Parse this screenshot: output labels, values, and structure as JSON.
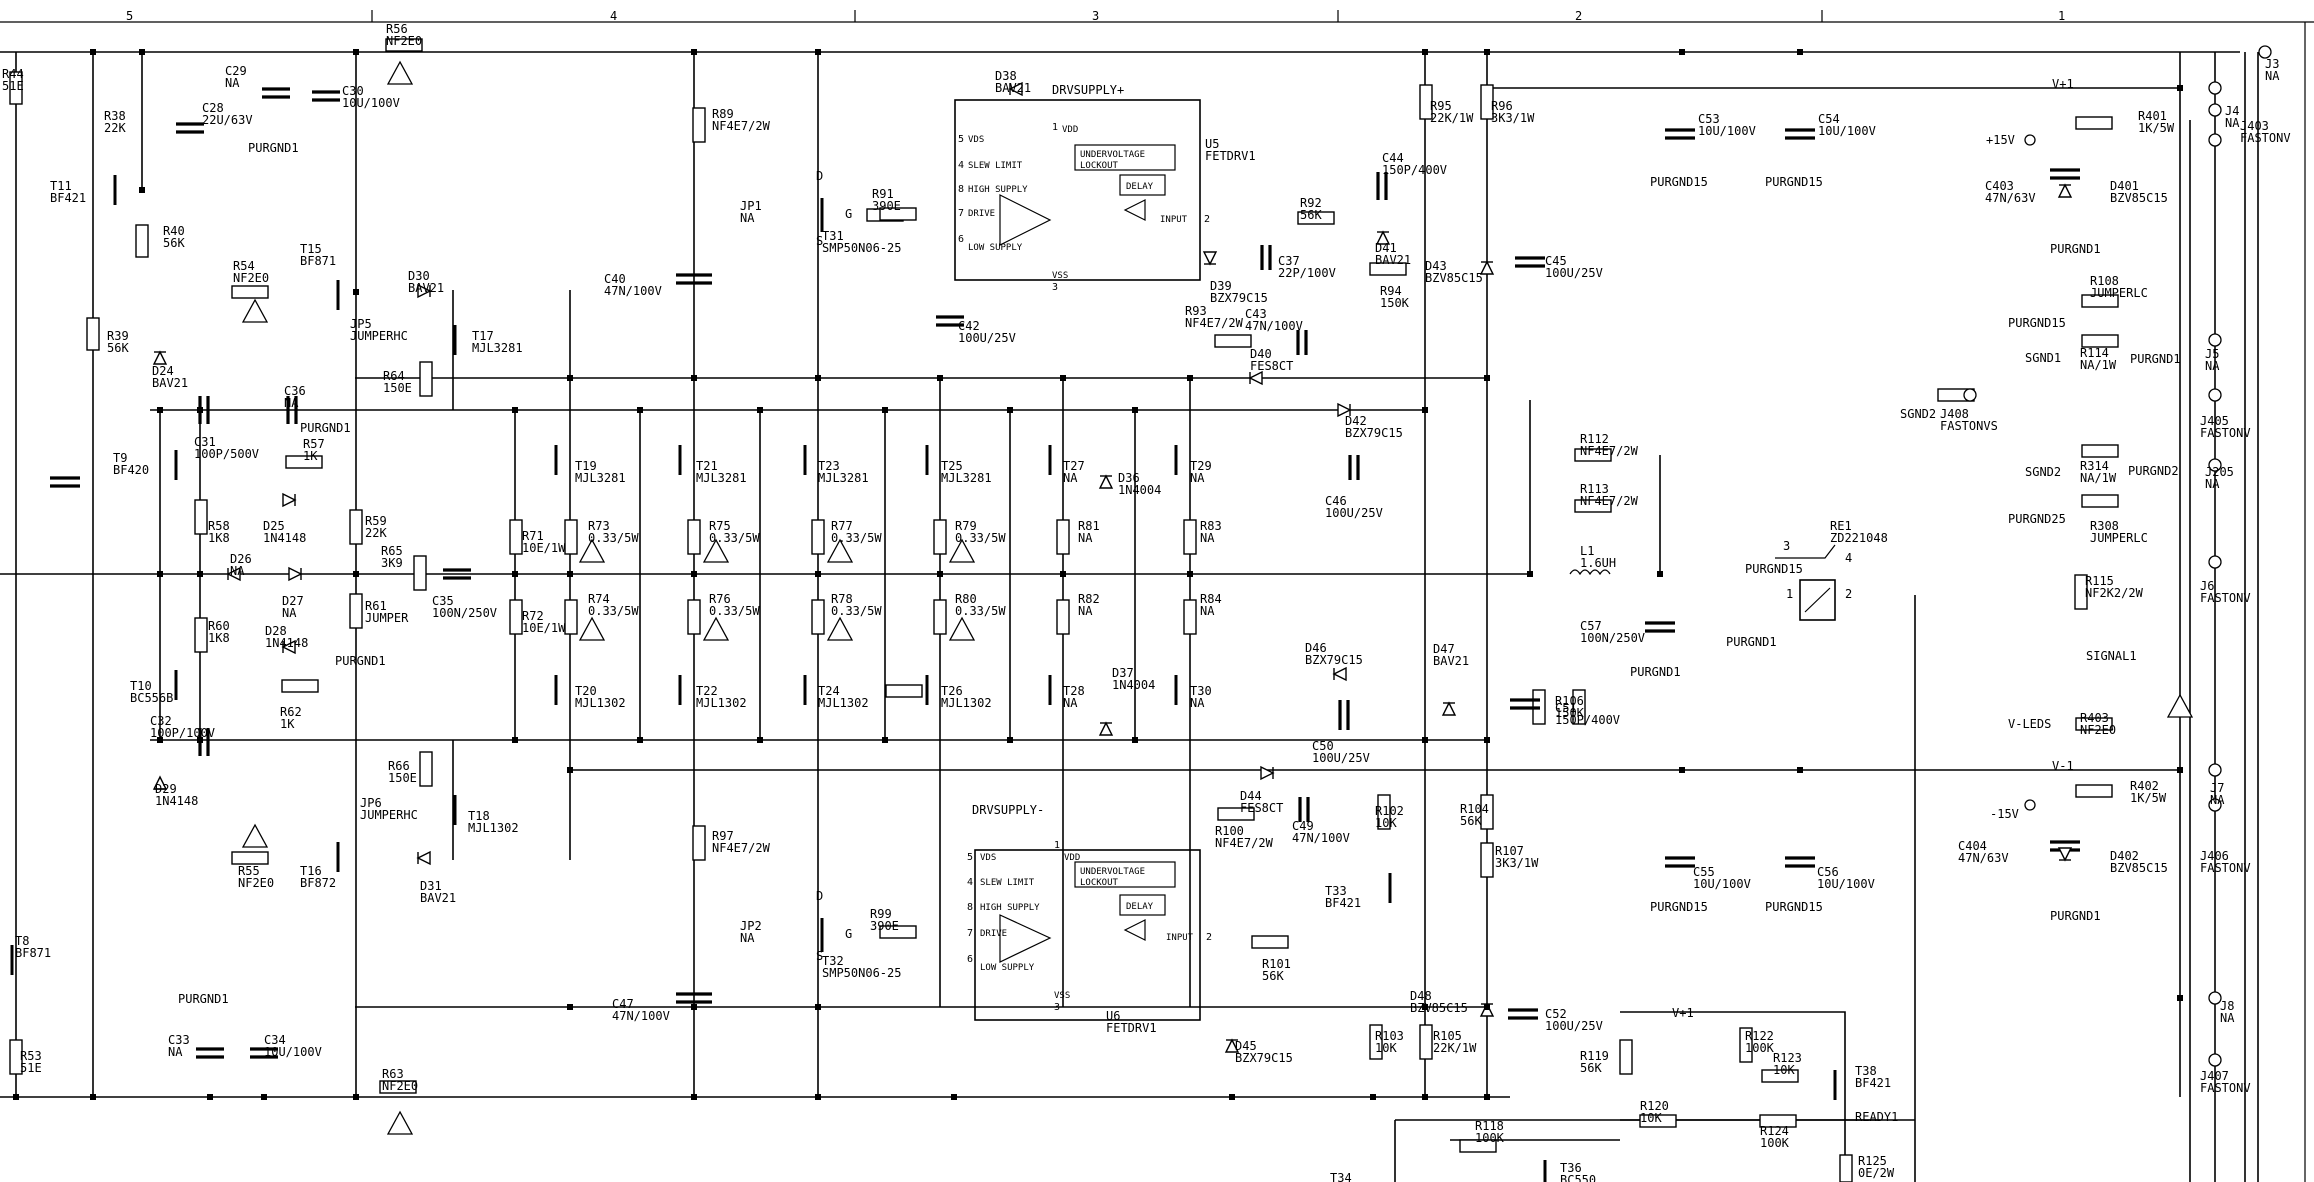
{
  "ruler": {
    "zones": [
      "5",
      "4",
      "3",
      "2",
      "1"
    ]
  },
  "parts": {
    "R44": "R44",
    "R44v": "51E",
    "R38": "R38",
    "R38v": "22K",
    "C29": "C29",
    "C29v": "NA",
    "C30": "C30",
    "C30v": "10U/100V",
    "C28": "C28",
    "C28v": "22U/63V",
    "R56": "R56",
    "R56v": "NF2E0",
    "R89": "R89",
    "R89v": "NF4E7/2W",
    "D38": "D38",
    "D38v": "BAV21",
    "R95": "R95",
    "R95v": "22K/1W",
    "R96": "R96",
    "R96v": "3K3/1W",
    "J3": "J3",
    "J3v": "NA",
    "J4": "J4",
    "J4v": "NA",
    "J403": "J403",
    "J403v": "FASTONV",
    "T11": "T11",
    "T11v": "BF421",
    "R40": "R40",
    "R40v": "56K",
    "R54": "R54",
    "R54v": "NF2E0",
    "T15": "T15",
    "T15v": "BF871",
    "D30": "D30",
    "D30v": "BAV21",
    "JP1": "JP1",
    "JP1v": "NA",
    "T31": "T31",
    "T31v": "SMP50N06-25",
    "R91": "R91",
    "R91v": "390E",
    "U5": "U5",
    "U5v": "FETDRV1",
    "C44": "C44",
    "C44v": "150P/400V",
    "R92": "R92",
    "R92v": "56K",
    "C37": "C37",
    "C37v": "22P/100V",
    "D41": "D41",
    "D41v": "BAV21",
    "R94": "R94",
    "R94v": "150K",
    "D43": "D43",
    "D43v": "BZV85C15",
    "C45": "C45",
    "C45v": "100U/25V",
    "D39": "D39",
    "D39v": "BZX79C15",
    "C53": "C53",
    "C53v": "10U/100V",
    "C54": "C54",
    "C54v": "10U/100V",
    "R401": "R401",
    "R401v": "1K/5W",
    "C403": "C403",
    "C403v": "47N/63V",
    "D401": "D401",
    "D401v": "BZV85C15",
    "C40": "C40",
    "C40v": "47N/100V",
    "R39": "R39",
    "R39v": "56K",
    "JP5": "JP5",
    "JP5v": "JUMPERHC",
    "T17": "T17",
    "T17v": "MJL3281",
    "C42": "C42",
    "C42v": "100U/25V",
    "R93": "R93",
    "R93v": "NF4E7/2W",
    "C43": "C43",
    "C43v": "47N/100V",
    "D40": "D40",
    "D40v": "FES8CT",
    "D24": "D24",
    "D24v": "BAV21",
    "R64": "R64",
    "R64v": "150E",
    "C31": "C31",
    "C31v": "100P/500V",
    "C36": "C36",
    "C36v": "NA",
    "D42": "D42",
    "D42v": "BZX79C15",
    "R108": "R108",
    "R108v": "JUMPERLC",
    "R114": "R114",
    "R114v": "NA/1W",
    "J5": "J5",
    "J5v": "NA",
    "J405": "J405",
    "J405v": "FASTONV",
    "J408": "J408",
    "J408v": "FASTONVS",
    "R112": "R112",
    "R112v": "NF4E7/2W",
    "R57": "R57",
    "R57v": "1K",
    "T9": "T9",
    "T9v": "BF420",
    "T19": "T19",
    "T19v": "MJL3281",
    "T21": "T21",
    "T21v": "MJL3281",
    "T23": "T23",
    "T23v": "MJL3281",
    "T25": "T25",
    "T25v": "MJL3281",
    "T27": "T27",
    "T27v": "NA",
    "T29": "T29",
    "T29v": "NA",
    "D36": "D36",
    "D36v": "1N4004",
    "C46": "C46",
    "C46v": "100U/25V",
    "R113": "R113",
    "R113v": "NF4E7/2W",
    "R314": "R314",
    "R314v": "NA/1W",
    "J205": "J205",
    "J205v": "NA",
    "R308": "R308",
    "R308v": "JUMPERLC",
    "R58": "R58",
    "R58v": "1K8",
    "D25": "D25",
    "D25v": "1N4148",
    "R59": "R59",
    "R59v": "22K",
    "R65": "R65",
    "R65v": "3K9",
    "C35": "C35",
    "C35v": "100N/250V",
    "R71": "R71",
    "R71v": "10E/1W",
    "R73": "R73",
    "R73v": "0.33/5W",
    "R75": "R75",
    "R75v": "0.33/5W",
    "R77": "R77",
    "R77v": "0.33/5W",
    "R79": "R79",
    "R79v": "0.33/5W",
    "R81": "R81",
    "R81v": "NA",
    "R83": "R83",
    "R83v": "NA",
    "RE1": "RE1",
    "RE1v": "ZD221048",
    "L1": "L1",
    "L1v": "1.6UH",
    "J6": "J6",
    "J6v": "FASTONV",
    "R115": "R115",
    "R115v": "NF2K2/2W",
    "D26": "D26",
    "D26v": "NA",
    "D27": "D27",
    "D27v": "NA",
    "R61": "R61",
    "R61v": "JUMPER",
    "R72": "R72",
    "R72v": "10E/1W",
    "R74": "R74",
    "R74v": "0.33/5W",
    "R76": "R76",
    "R76v": "0.33/5W",
    "R78": "R78",
    "R78v": "0.33/5W",
    "R80": "R80",
    "R80v": "0.33/5W",
    "R82": "R82",
    "R82v": "NA",
    "R84": "R84",
    "R84v": "NA",
    "C57": "C57",
    "C57v": "100N/250V",
    "R60": "R60",
    "R60v": "1K8",
    "D28": "D28",
    "D28v": "1N4148",
    "D46": "D46",
    "D46v": "BZX79C15",
    "D47": "D47",
    "D47v": "BAV21",
    "D37": "D37",
    "D37v": "1N4004",
    "T10": "T10",
    "T10v": "BC556B",
    "R62": "R62",
    "R62v": "1K",
    "T20": "T20",
    "T20v": "MJL1302",
    "T22": "T22",
    "T22v": "MJL1302",
    "T24": "T24",
    "T24v": "MJL1302",
    "T26": "T26",
    "T26v": "MJL1302",
    "T28": "T28",
    "T28v": "NA",
    "T30": "T30",
    "T30v": "NA",
    "C51": "C51",
    "C51v": "150P/400V",
    "R106": "R106",
    "R106v": "150K",
    "C32": "C32",
    "C32v": "100P/100V",
    "C50": "C50",
    "C50v": "100U/25V",
    "R403": "R403",
    "R403v": "NF2E0",
    "D29": "D29",
    "D29v": "1N4148",
    "R66": "R66",
    "R66v": "150E",
    "D44": "D44",
    "D44v": "FES8CT",
    "R402": "R402",
    "R402v": "1K/5W",
    "J7": "J7",
    "J7v": "NA",
    "JP6": "JP6",
    "JP6v": "JUMPERHC",
    "T18": "T18",
    "T18v": "MJL1302",
    "R100": "R100",
    "R100v": "NF4E7/2W",
    "C49": "C49",
    "C49v": "47N/100V",
    "R102": "R102",
    "R102v": "10K",
    "R104": "R104",
    "R104v": "56K",
    "C404": "C404",
    "C404v": "47N/63V",
    "D402": "D402",
    "D402v": "BZV85C15",
    "J406": "J406",
    "J406v": "FASTONV",
    "R55": "R55",
    "R55v": "NF2E0",
    "T16": "T16",
    "T16v": "BF872",
    "D31": "D31",
    "D31v": "BAV21",
    "R97": "R97",
    "R97v": "NF4E7/2W",
    "R107": "R107",
    "R107v": "3K3/1W",
    "C55": "C55",
    "C55v": "10U/100V",
    "C56": "C56",
    "C56v": "10U/100V",
    "T33": "T33",
    "T33v": "BF421",
    "JP2": "JP2",
    "JP2v": "NA",
    "T32": "T32",
    "T32v": "SMP50N06-25",
    "R99": "R99",
    "R99v": "390E",
    "U6": "U6",
    "U6v": "FETDRV1",
    "R101": "R101",
    "R101v": "56K",
    "T8": "T8",
    "T8v": "BF871",
    "C47": "C47",
    "C47v": "47N/100V",
    "D45": "D45",
    "D45v": "BZX79C15",
    "D48": "D48",
    "D48v": "BZV85C15",
    "C52": "C52",
    "C52v": "100U/25V",
    "J8": "J8",
    "J8v": "NA",
    "C33": "C33",
    "C33v": "NA",
    "C34": "C34",
    "C34v": "10U/100V",
    "R103": "R103",
    "R103v": "10K",
    "R105": "R105",
    "R105v": "22K/1W",
    "R119": "R119",
    "R119v": "56K",
    "R122": "R122",
    "R122v": "100K",
    "R123": "R123",
    "R123v": "10K",
    "T38": "T38",
    "T38v": "BF421",
    "J407": "J407",
    "J407v": "FASTONV",
    "R53": "R53",
    "R53v": "51E",
    "R63": "R63",
    "R63v": "NF2E0",
    "R120": "R120",
    "R120v": "10K",
    "R118": "R118",
    "R118v": "100K",
    "R124": "R124",
    "R124v": "100K",
    "R125": "R125",
    "R125v": "0E/2W",
    "T36": "T36",
    "T36v": "BC550",
    "T34": "T34"
  },
  "nets": {
    "purgnd1": "PURGND1",
    "purgnd15": "PURGND15",
    "purgnd2": "PURGND2",
    "purgnd25": "PURGND25",
    "sgnd1": "SGND1",
    "sgnd2": "SGND2",
    "vpos": "V+1",
    "vneg": "V-1",
    "vleds": "V-LEDS",
    "signal1": "SIGNAL1",
    "ready1": "READY1",
    "p15v": "+15V",
    "m15v": "-15V",
    "drvsupply_pos": "DRVSUPPLY+",
    "drvsupply_neg": "DRVSUPPLY-"
  },
  "driver_ic": {
    "pins": [
      "VDS",
      "SLEW LIMIT",
      "HIGH SUPPLY",
      "DRIVE",
      "LOW SUPPLY",
      "VDD",
      "VSS",
      "INPUT"
    ],
    "pin_numbers": [
      "5",
      "4",
      "8",
      "7",
      "6",
      "1",
      "3",
      "2"
    ],
    "blocks": [
      "UNDERVOLTAGE",
      "LOCKOUT",
      "DELAY"
    ]
  },
  "mosfet_pins": [
    "D",
    "G",
    "S"
  ],
  "relay_pins": [
    "3",
    "4",
    "1",
    "2"
  ]
}
